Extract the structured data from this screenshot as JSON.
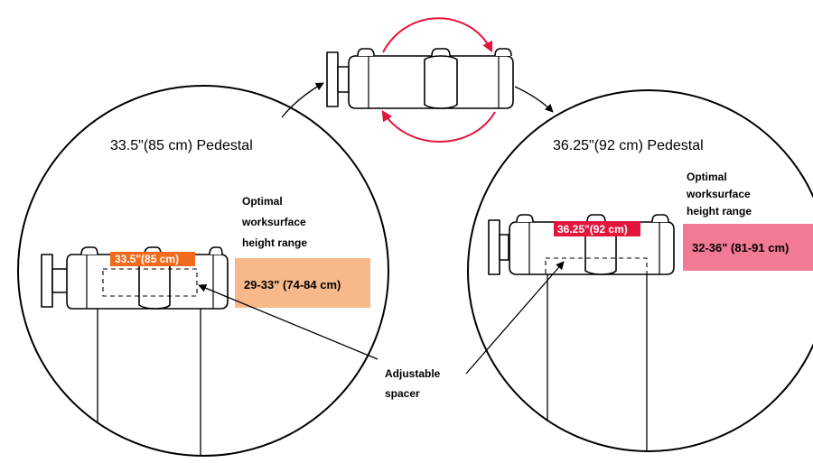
{
  "colors": {
    "orange_tag": "#f26a1b",
    "orange_band": "#f8b98a",
    "red_tag": "#e3153d",
    "red_band": "#f27a94",
    "rotation_arrow": "#e3153d",
    "line": "#000000"
  },
  "left_panel": {
    "title": "33.5\"(85 cm) Pedestal",
    "optimal_label": [
      "Optimal",
      "worksurface",
      "height range"
    ],
    "height_tag": "33.5\"(85 cm)",
    "range": "29-33\" (74-84 cm)"
  },
  "right_panel": {
    "title": "36.25\"(92 cm) Pedestal",
    "optimal_label": [
      "Optimal",
      "worksurface",
      "height range"
    ],
    "height_tag": "36.25\"(92 cm)",
    "range": "32-36\" (81-91 cm)"
  },
  "callout": {
    "label": [
      "Adjustable",
      "spacer"
    ]
  },
  "icons": [
    "rotation-arrow-icon",
    "pedestal-icon",
    "spacer-pointer-icon"
  ]
}
